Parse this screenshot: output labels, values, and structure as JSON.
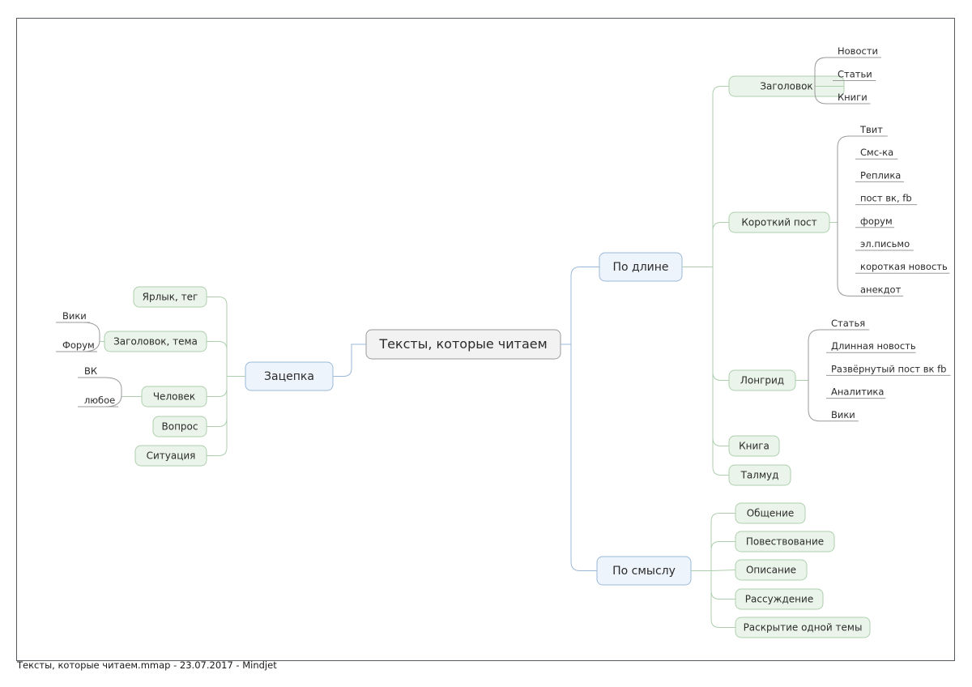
{
  "document": {
    "footer": "Тексты, которые читаем.mmap - 23.07.2017 - Mindjet",
    "frame_color": "#555a5e",
    "background": "#ffffff"
  },
  "theme": {
    "root_fill": "#f2f2f2",
    "root_stroke": "#9a9a9a",
    "blue_fill": "#eef4fc",
    "blue_stroke": "#9ab8d8",
    "green_fill": "#eaf4ea",
    "green_stroke": "#aecfae",
    "blue_line": "#9ab8d8",
    "green_line": "#aecfae",
    "gray_line": "#9a9a9a",
    "text_color": "#2b2b2b"
  },
  "map": {
    "root": {
      "label": "Тексты, которые читаем"
    },
    "branches": [
      {
        "id": "zacepka",
        "label": "Зацепка",
        "side": "left",
        "style": "blue",
        "children": [
          {
            "label": "Ярлык, тег",
            "style": "green",
            "leaves": []
          },
          {
            "label": "Заголовок, тема",
            "style": "green",
            "leaves": [
              "Вики",
              "Форум"
            ]
          },
          {
            "label": "Человек",
            "style": "green",
            "leaves": [
              "ВК",
              "любое"
            ]
          },
          {
            "label": "Вопрос",
            "style": "green",
            "leaves": []
          },
          {
            "label": "Ситуация",
            "style": "green",
            "leaves": []
          }
        ]
      },
      {
        "id": "po-dline",
        "label": "По длине",
        "side": "right",
        "style": "blue",
        "children": [
          {
            "label": "Заголовок",
            "style": "green",
            "leaves": [
              "Новости",
              "Статьи",
              "Книги"
            ]
          },
          {
            "label": "Короткий пост",
            "style": "green",
            "leaves": [
              "Твит",
              "Смс-ка",
              "Реплика",
              "пост вк, fb",
              "форум",
              "эл.письмо",
              "короткая новость",
              "анекдот"
            ]
          },
          {
            "label": "Лонгрид",
            "style": "green",
            "leaves": [
              "Статья",
              "Длинная новость",
              "Развёрнутый пост вк fb",
              "Аналитика",
              "Вики"
            ]
          },
          {
            "label": "Книга",
            "style": "green",
            "leaves": []
          },
          {
            "label": "Талмуд",
            "style": "green",
            "leaves": []
          }
        ]
      },
      {
        "id": "po-smyslu",
        "label": "По смыслу",
        "side": "right",
        "style": "blue",
        "children": [
          {
            "label": "Общение",
            "style": "green",
            "leaves": []
          },
          {
            "label": "Повествование",
            "style": "green",
            "leaves": []
          },
          {
            "label": "Описание",
            "style": "green",
            "leaves": []
          },
          {
            "label": "Рассуждение",
            "style": "green",
            "leaves": []
          },
          {
            "label": "Раскрытие одной темы",
            "style": "green",
            "leaves": []
          }
        ]
      }
    ]
  }
}
